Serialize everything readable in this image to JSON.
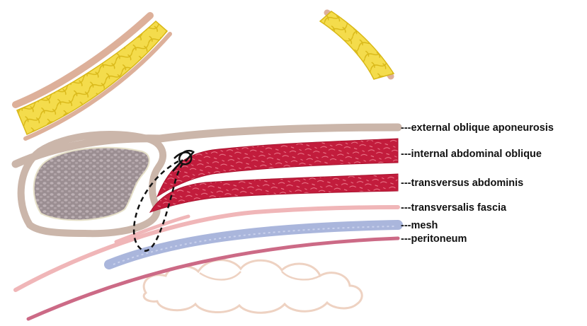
{
  "labels": {
    "external_oblique": "---external oblique aponeurosis",
    "internal_oblique": "---internal abdominal oblique",
    "transversus": "---transversus abdominis",
    "transversalis": "---transversalis fascia",
    "mesh": "---mesh",
    "peritoneum": "---peritoneum"
  },
  "colors": {
    "fat": "#f4dc4c",
    "fat_outline": "#d9b818",
    "skin": "#ddb09a",
    "aponeurosis": "#cbb6aa",
    "muscle": "#c21c3c",
    "muscle_light": "#e8677c",
    "spermatic_cord": "#9b8e92",
    "transversalis": "#f0b6b8",
    "mesh": "#aab6dc",
    "peritoneum": "#cc6a86",
    "bowel": "#eed2c2",
    "suture": "#111111"
  }
}
